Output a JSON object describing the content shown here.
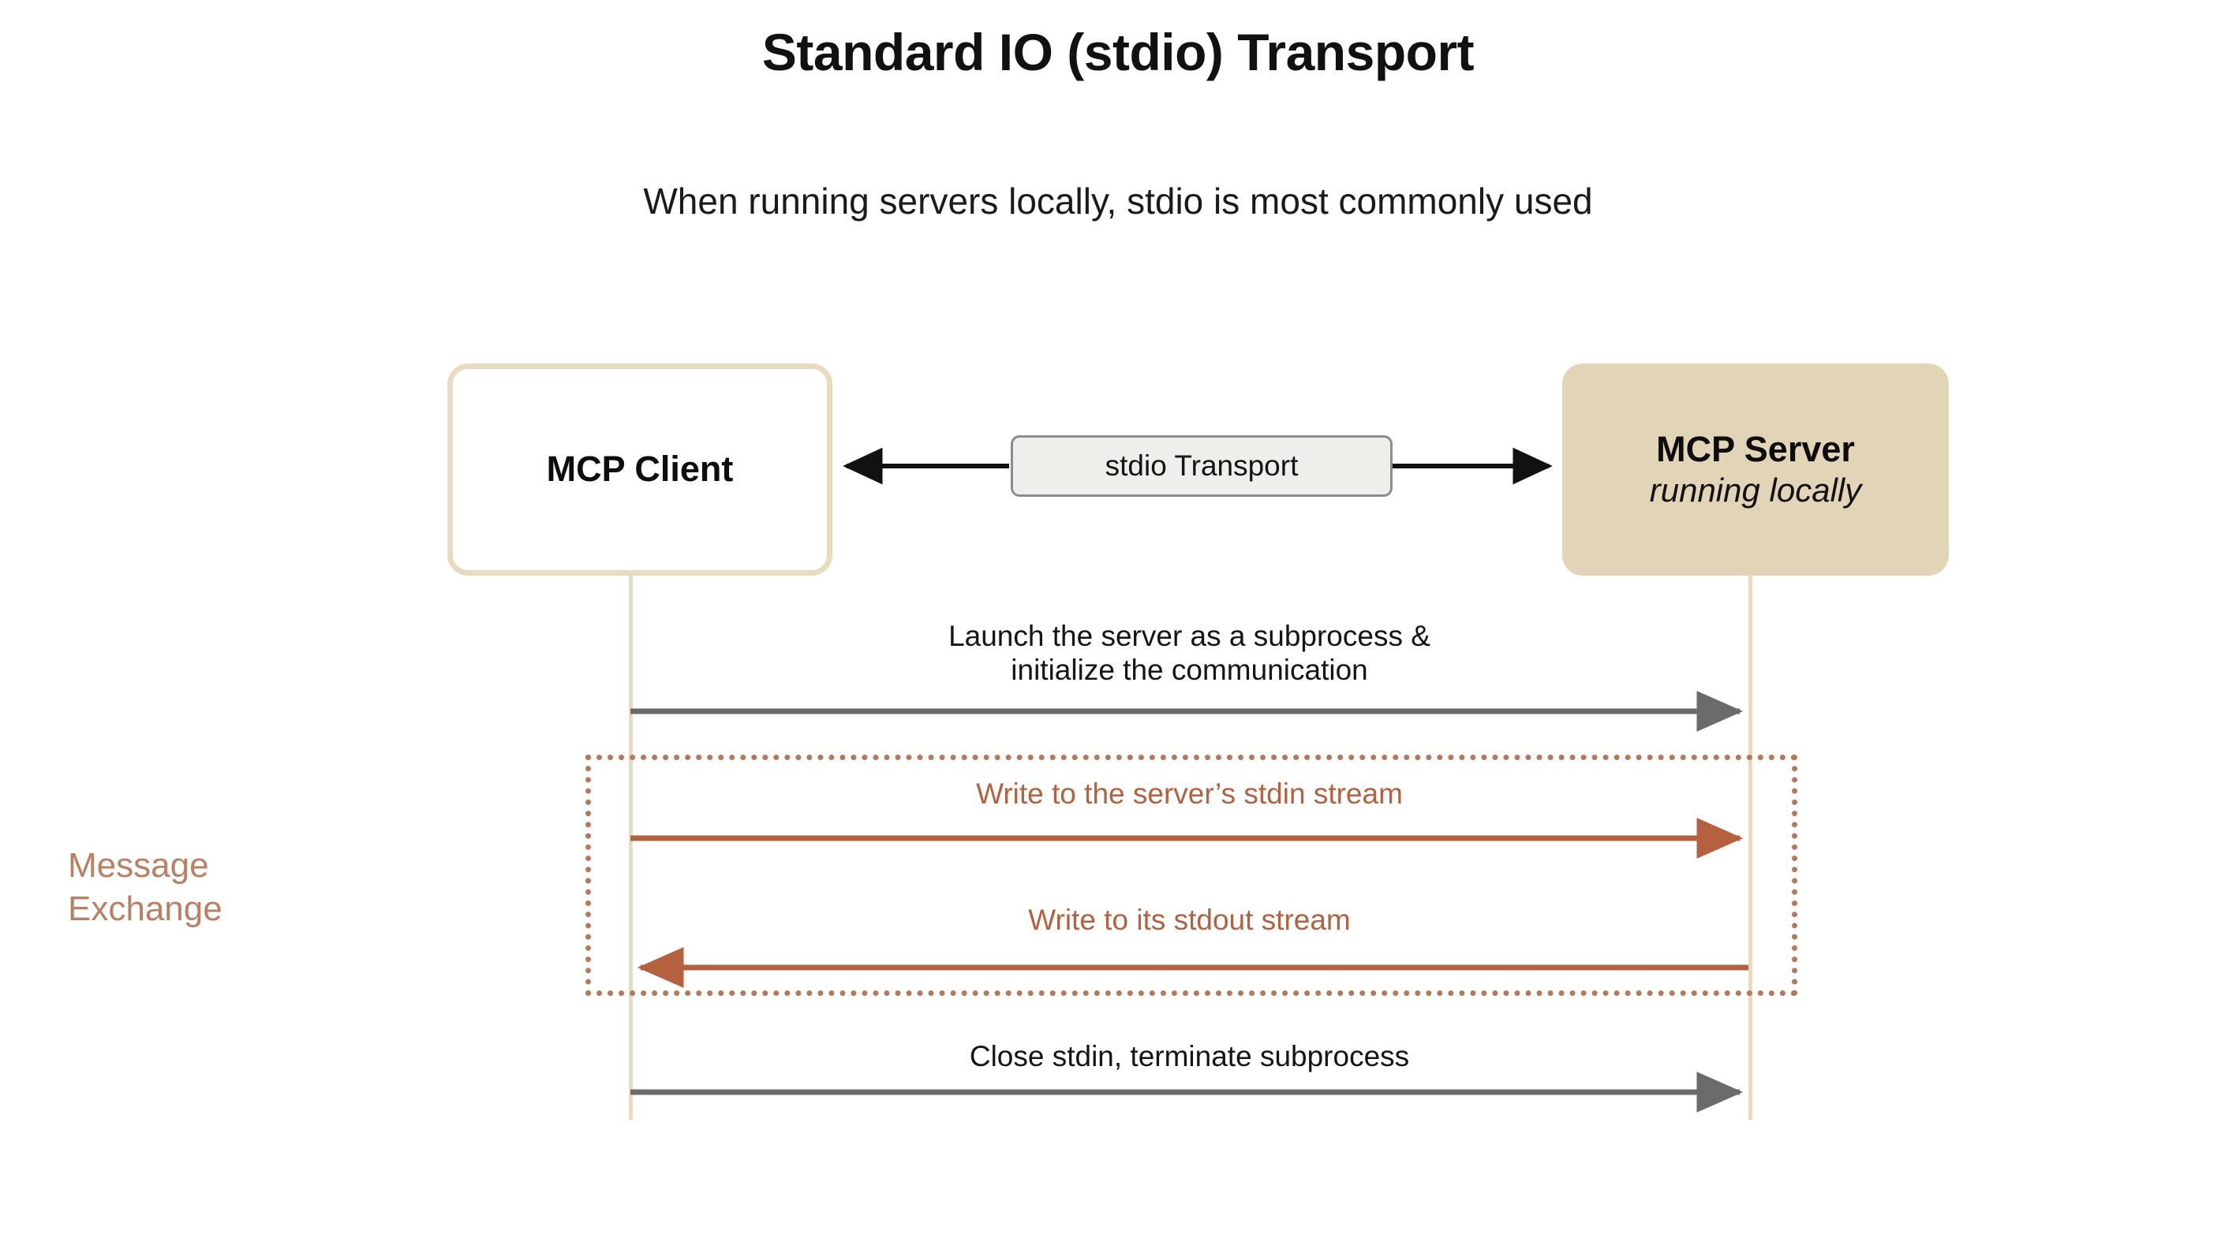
{
  "page": {
    "title": "Standard IO (stdio) Transport",
    "subtitle": "When running servers locally, stdio is most commonly used",
    "background": "#ffffff"
  },
  "colors": {
    "accent_tan_border": "#e7dcc1",
    "accent_tan_fill": "#e2d4b7",
    "accent_terracotta": "#b5603e",
    "accent_terracotta_frame": "#b5785a",
    "accent_terracotta_label": "#bb8064",
    "arrow_gray": "#6b6b6b",
    "arrow_black": "#111111",
    "pill_fill": "#efeeea",
    "pill_border": "#8d8d8d",
    "text_dark": "#111111"
  },
  "diagram": {
    "type": "sequence",
    "participants": [
      {
        "id": "client",
        "title": "MCP Client",
        "subtitle": "",
        "style": "outlined"
      },
      {
        "id": "server",
        "title": "MCP Server",
        "subtitle": "running locally",
        "style": "filled"
      }
    ],
    "transport_link": {
      "label": "stdio Transport",
      "direction": "bidirectional",
      "from": "client",
      "to": "server"
    },
    "group": {
      "label_line1": "Message",
      "label_line2": "Exchange",
      "style": "dotted",
      "messages": [
        {
          "label": "Write to the server’s stdin stream",
          "from": "client",
          "to": "server",
          "direction": "right",
          "color": "#b5603e"
        },
        {
          "label": "Write to its stdout stream",
          "from": "server",
          "to": "client",
          "direction": "left",
          "color": "#b5603e"
        }
      ]
    },
    "messages_before_group": [
      {
        "label_line1": "Launch the server as a subprocess &",
        "label_line2": "initialize the communication",
        "from": "client",
        "to": "server",
        "direction": "right",
        "color": "#6b6b6b"
      }
    ],
    "messages_after_group": [
      {
        "label_line1": "Close stdin, terminate subprocess",
        "label_line2": "",
        "from": "client",
        "to": "server",
        "direction": "right",
        "color": "#6b6b6b"
      }
    ]
  }
}
